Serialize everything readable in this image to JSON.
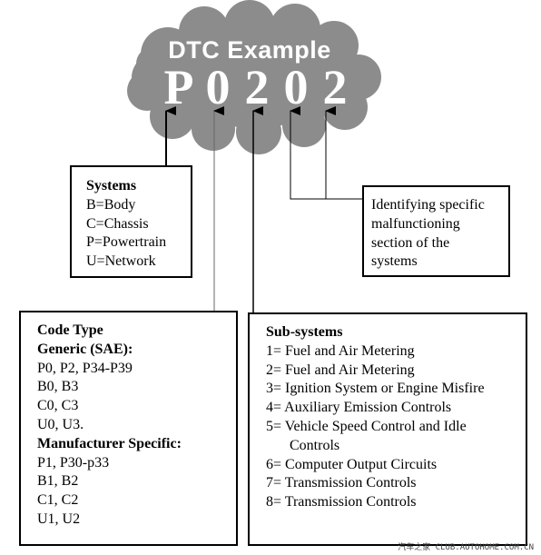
{
  "cloud": {
    "title": "DTC Example",
    "code_chars": [
      "P",
      "0",
      "2",
      "0",
      "2"
    ]
  },
  "systems_box": {
    "heading": "Systems",
    "lines": [
      "B=Body",
      "C=Chassis",
      "P=Powertrain",
      "U=Network"
    ]
  },
  "identifying_box": {
    "lines": [
      "Identifying specific",
      "malfunctioning",
      "section of the",
      "systems"
    ]
  },
  "code_type_box": {
    "heading": "Code Type",
    "generic_heading": "Generic (SAE):",
    "generic_lines": [
      "P0, P2, P34-P39",
      "B0, B3",
      "C0, C3",
      "U0, U3."
    ],
    "manufacturer_heading": "Manufacturer Specific:",
    "manufacturer_lines": [
      "P1, P30-p33",
      "B1, B2",
      "C1, C2",
      "U1, U2"
    ]
  },
  "subsystems_box": {
    "heading": "Sub-systems",
    "lines": [
      "1= Fuel and Air Metering",
      "2= Fuel and Air Metering",
      "3= Ignition System or Engine Misfire",
      "4= Auxiliary Emission Controls",
      "5= Vehicle Speed Control and Idle",
      "Controls",
      "6= Computer Output Circuits",
      "7= Transmission Controls",
      "8= Transmission Controls"
    ]
  },
  "watermark": "汽车之家 CLUB.AUTOHOME.COM.CN",
  "colors": {
    "cloud_fill": "#8c8c8c",
    "cloud_text": "#ffffff",
    "line": "#000000"
  }
}
